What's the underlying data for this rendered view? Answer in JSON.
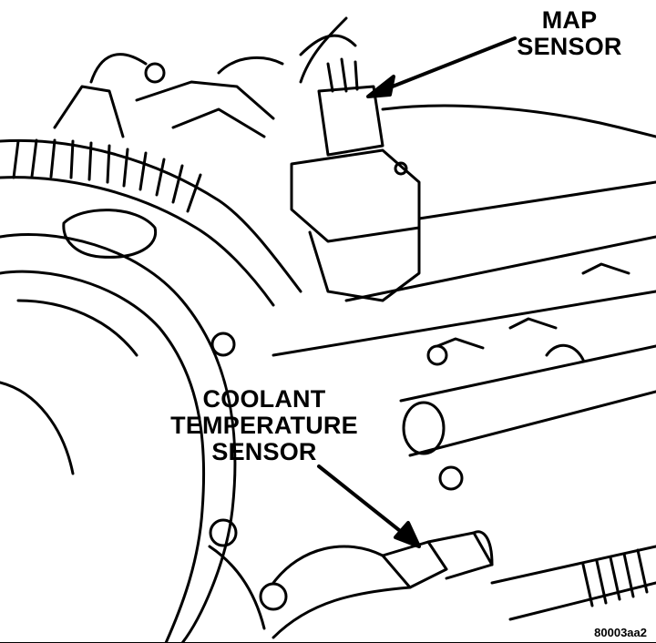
{
  "labels": {
    "map_sensor": [
      "MAP",
      "SENSOR"
    ],
    "coolant_sensor": [
      "COOLANT",
      "TEMPERATURE",
      "SENSOR"
    ]
  },
  "figure_id": "80003aa2"
}
